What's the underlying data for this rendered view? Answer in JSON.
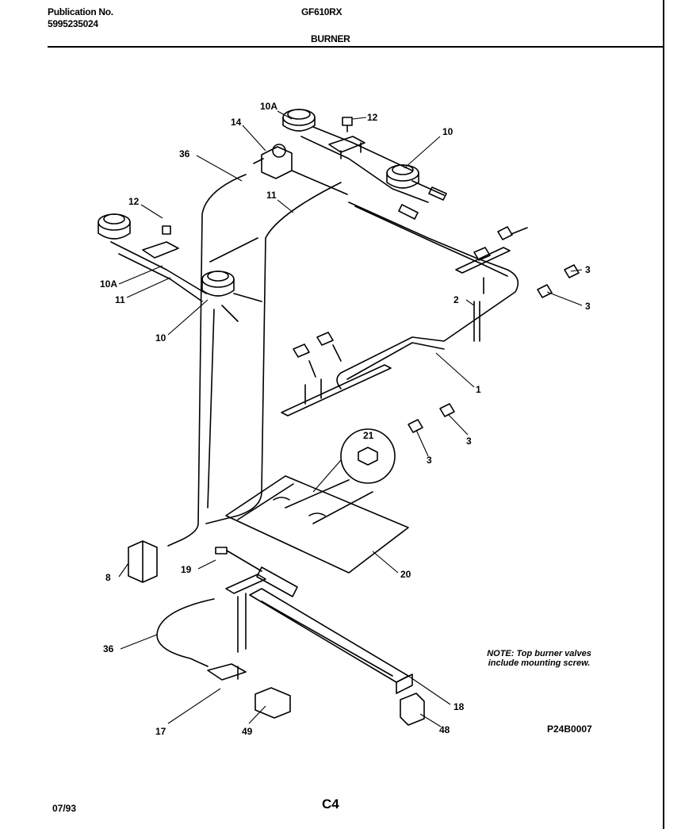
{
  "header": {
    "publication_label": "Publication No.",
    "publication_number": "5995235024",
    "model": "GF610RX",
    "section": "BURNER"
  },
  "callouts": {
    "c36a": "36",
    "c14": "14",
    "c10a_top": "10A",
    "c12_top": "12",
    "c10_top": "10",
    "c11_mid": "11",
    "c12_left": "12",
    "c10a_left": "10A",
    "c11_left": "11",
    "c10_left": "10",
    "c3_a": "3",
    "c3_b": "3",
    "c2": "2",
    "c1": "1",
    "c3_c": "3",
    "c3_d": "3",
    "c21": "21",
    "c8": "8",
    "c19": "19",
    "c20": "20",
    "c36b": "36",
    "c18": "18",
    "c17": "17",
    "c49": "49",
    "c48": "48"
  },
  "note": {
    "line1": "NOTE: Top burner valves",
    "line2": "include mounting screw."
  },
  "figure_id": "P24B0007",
  "footer": {
    "date": "07/93",
    "page": "C4"
  }
}
